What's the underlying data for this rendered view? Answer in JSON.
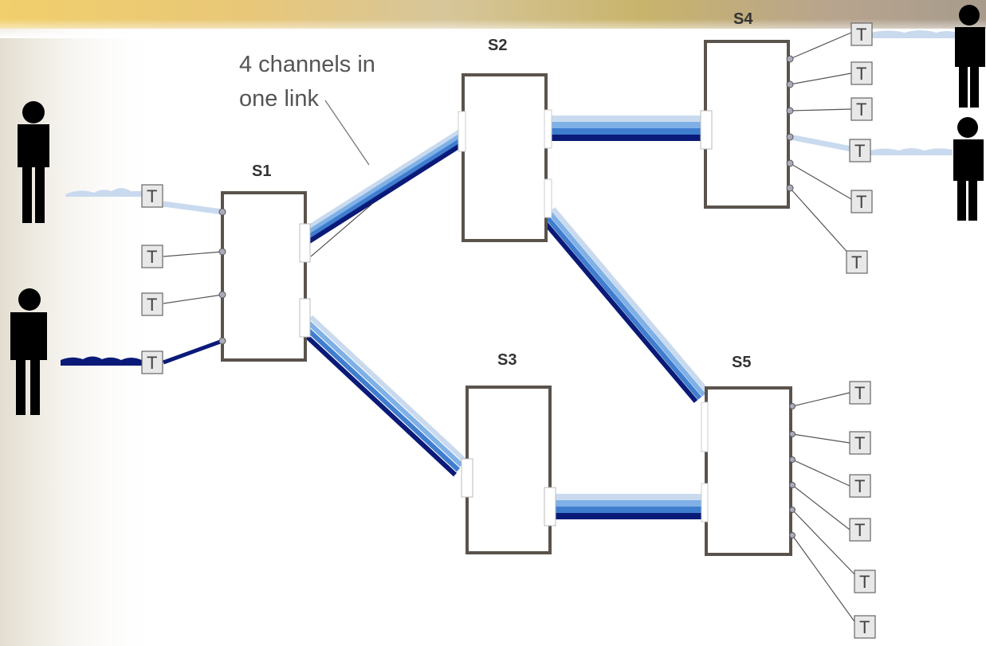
{
  "annotation": {
    "line1": "4 channels in",
    "line2": "one link"
  },
  "switches": [
    {
      "id": "s1",
      "label": "S1"
    },
    {
      "id": "s2",
      "label": "S2"
    },
    {
      "id": "s3",
      "label": "S3"
    },
    {
      "id": "s4",
      "label": "S4"
    },
    {
      "id": "s5",
      "label": "S5"
    }
  ],
  "terminal_label": "T",
  "colors": {
    "background": "#ffffff",
    "switch_border": "#5a534c",
    "channel_1": "#c9daef",
    "channel_2": "#7fb0e6",
    "channel_3": "#3f7dcf",
    "channel_4": "#0a1a78",
    "person": "#000000"
  }
}
